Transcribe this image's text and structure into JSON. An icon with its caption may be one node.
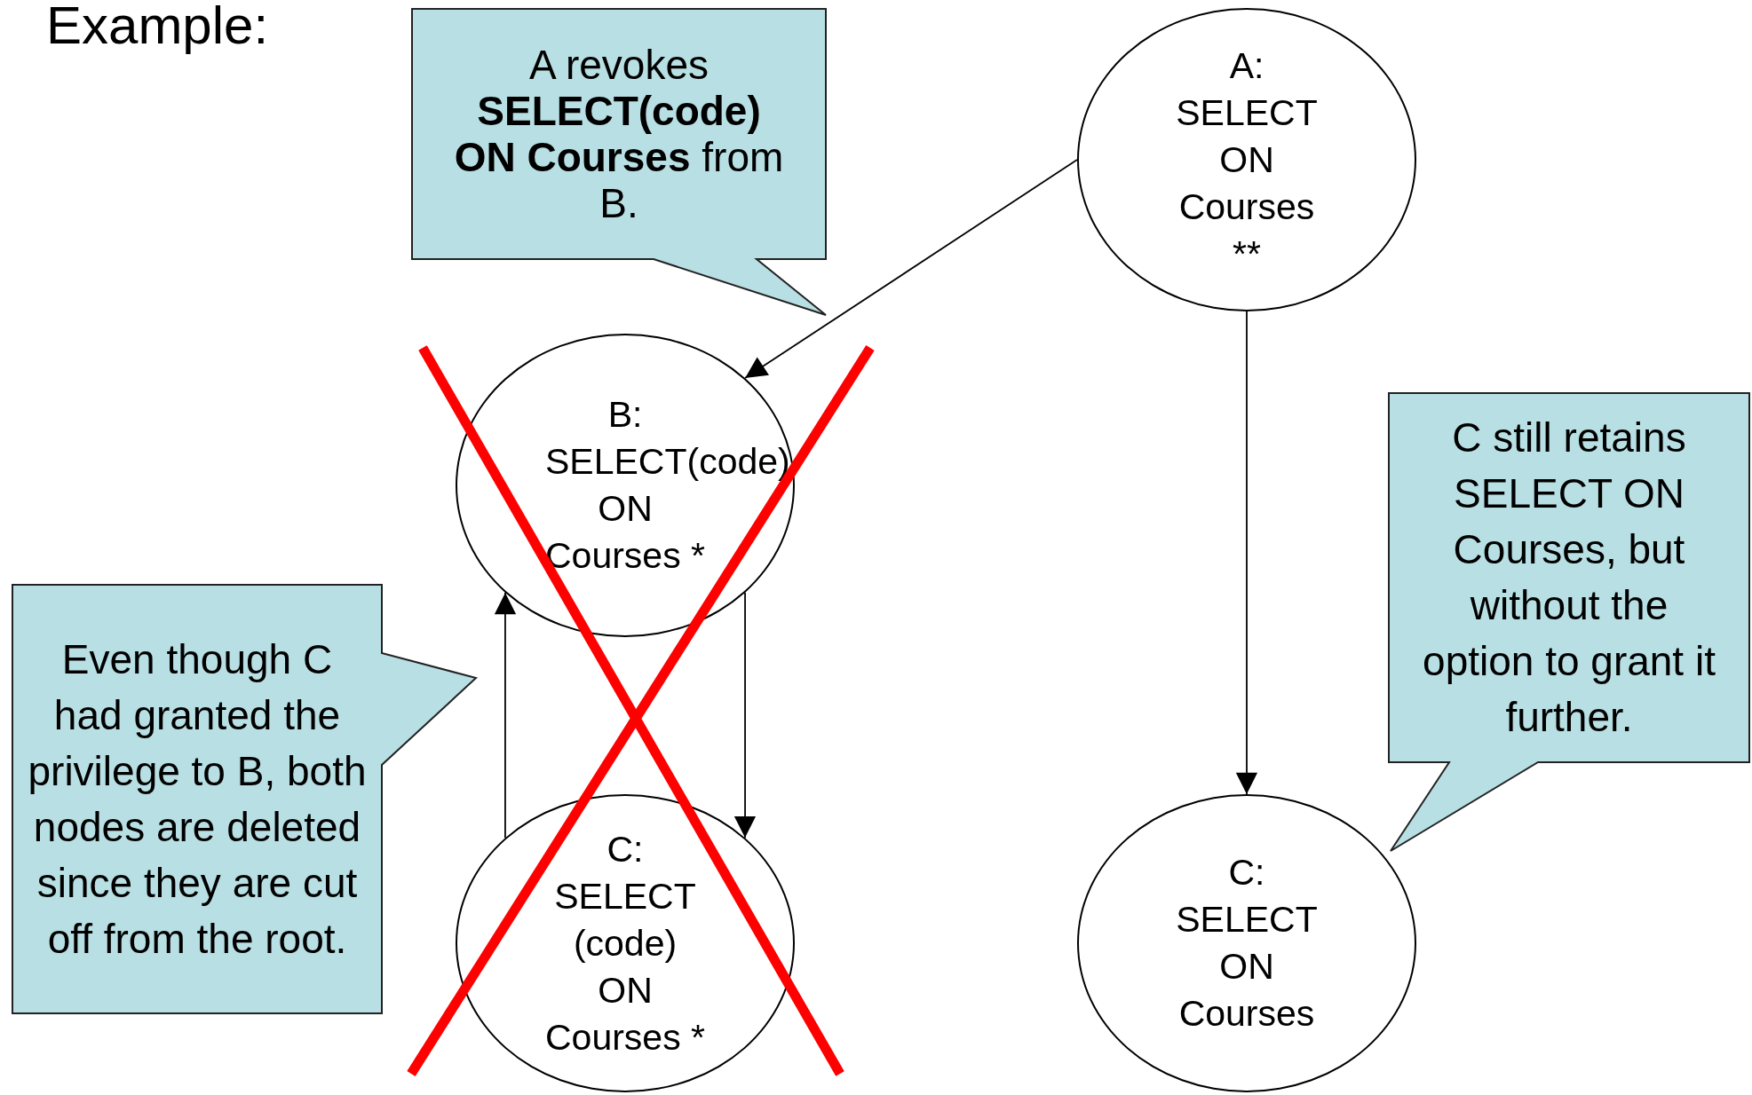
{
  "diagram": {
    "title": "Example:",
    "nodes": [
      {
        "text": [
          "A revokes **SELECT(code) ON Courses** from B."
        ]
      },
      {
        "text": [
          "A: SELECT ON Courses **"
        ]
      },
      {
        "text": [
          "B: SELECT(code) ON Courses *"
        ]
      },
      {
        "text": [
          "C still retains SELECT ON Courses, but without the option to grant it further."
        ]
      },
      {
        "text": [
          "Even though C had granted the privilege to B, both nodes are deleted since they are cut off from the root."
        ]
      },
      {
        "text": [
          "C: SELECT (code) ON Courses *"
        ]
      },
      {
        "text": [
          "C: SELECT ON Courses"
        ]
      }
    ],
    "edges": [
      {
        "from": 1,
        "to": 2,
        "arrow": "to"
      },
      {
        "from": 1,
        "to": 6,
        "arrow": "to"
      },
      {
        "from": 2,
        "to": 5,
        "arrow": "to"
      },
      {
        "from": 5,
        "to": 2,
        "arrow": "to"
      }
    ]
  }
}
